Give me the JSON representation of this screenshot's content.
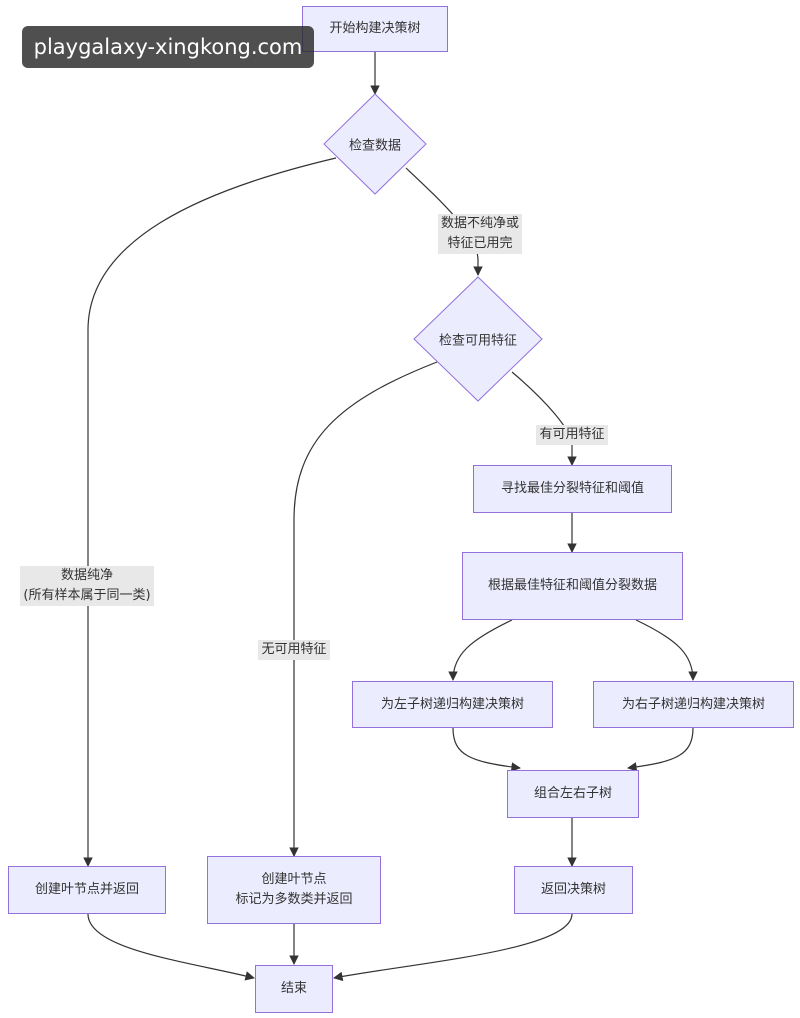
{
  "watermark": "playgalaxy-xingkong.com",
  "nodes": {
    "start": "开始构建决策树",
    "check_data": "检查数据",
    "check_features": "检查可用特征",
    "find_best": "寻找最佳分裂特征和阈值",
    "split_data": "根据最佳特征和阈值分裂数据",
    "left_tree": "为左子树递归构建决策树",
    "right_tree": "为右子树递归构建决策树",
    "combine": "组合左右子树",
    "return_tree": "返回决策树",
    "leaf_pure": "创建叶节点并返回",
    "leaf_majority_1": "创建叶节点",
    "leaf_majority_2": "标记为多数类并返回",
    "end": "结束"
  },
  "edges": {
    "impure_1": "数据不纯净或",
    "impure_2": "特征已用完",
    "has_features": "有可用特征",
    "pure_1": "数据纯净",
    "pure_2": "(所有样本属于同一类)",
    "no_features": "无可用特征"
  },
  "colors": {
    "node_fill": "#ececff",
    "node_border": "#9370db",
    "edge": "#333333",
    "label_bg": "#e8e8e8"
  }
}
